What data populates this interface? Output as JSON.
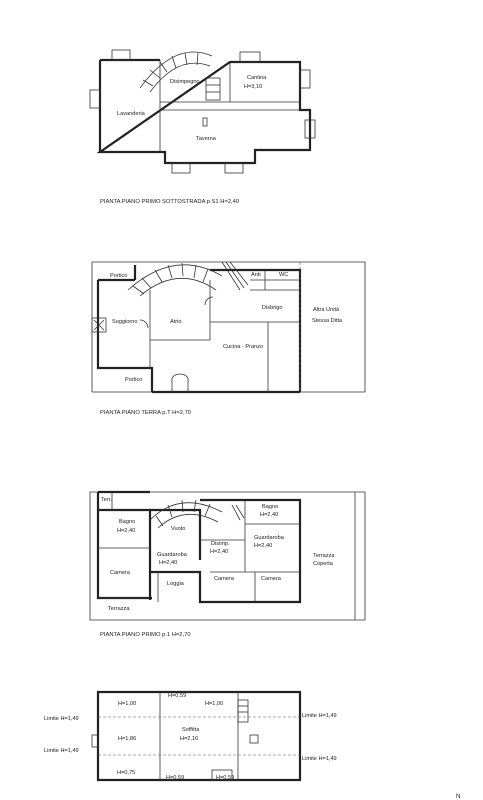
{
  "floors": [
    {
      "caption": "PIANTA PIANO PRIMO SOTTOSTRADA p.S1 H=2,40",
      "rooms": [
        "Disimpegno",
        "Cantina",
        "H=3,10",
        "Lavanderia",
        "Taverna"
      ]
    },
    {
      "caption": "PIANTA PIANO TERRA p.T H=2,70",
      "rooms": [
        "Portico",
        "Anti",
        "WC",
        "Soggiorno",
        "Atrio",
        "Disbrigo",
        "Altra Unità",
        "Stessa Ditta",
        "Cucina - Pranzo",
        "Portico"
      ]
    },
    {
      "caption": "PIANTA PIANO PRIMO p.1 H=2,70",
      "rooms": [
        "Terr.",
        "Bagno",
        "H=2,40",
        "Vuoto",
        "Bagno",
        "H=2,40",
        "Disimp.",
        "H=2,40",
        "Guardaroba",
        "H=2,40",
        "Terrazza",
        "Coperta",
        "Camera",
        "Guardaroba",
        "H=2,40",
        "Loggia",
        "Camera",
        "Camera",
        "Terrazza"
      ]
    },
    {
      "caption": "",
      "rooms": [
        "H=1,00",
        "H=0,59",
        "H=1,00",
        "Limite H=1,49",
        "Limite H=1,49",
        "Soffitta",
        "H=1,86",
        "H=2,16",
        "Limite H=1,49",
        "Limite H=1,49",
        "H=0,75",
        "H=0,59",
        "H=0,59"
      ]
    }
  ],
  "north_label": "N"
}
